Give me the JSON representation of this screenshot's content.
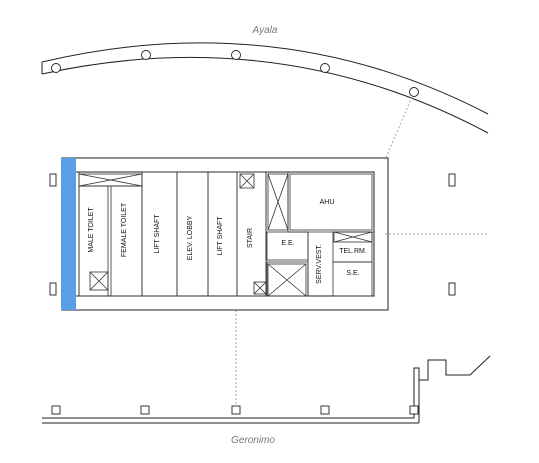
{
  "streets": {
    "north": "Ayala",
    "south": "Geronimo"
  },
  "rooms": {
    "male_toilet": "MALE TOILET",
    "female_toilet": "FEMALE TOILET",
    "lift_shaft_1": "LIFT SHAFT",
    "elevator_lobby": "ELEV. LOBBY",
    "lift_shaft_2": "LIFT SHAFT",
    "stair": "STAIR",
    "ahu": "AHU",
    "ee": "E.E.",
    "serv_vest": "SERV.VEST.",
    "tel_rm": "TEL.RM.",
    "se": "S.E."
  },
  "colors": {
    "highlight_wall": "#5b9ee6",
    "lines": "#222222",
    "dotted_grid": "#b5b5b5",
    "street_text": "#777777"
  }
}
